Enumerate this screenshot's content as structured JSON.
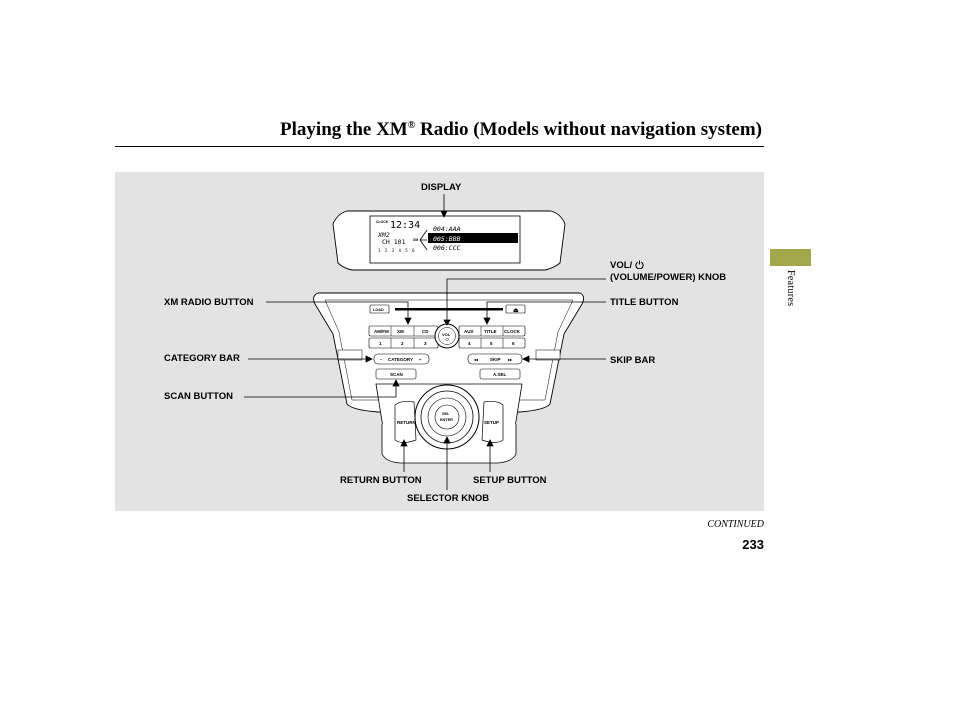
{
  "page": {
    "title_main": "Playing the XM",
    "title_reg": "®",
    "title_rest": " Radio (Models without navigation system)",
    "side_label": "Features",
    "continued": "CONTINUED",
    "page_number": "233"
  },
  "callouts": {
    "display": "DISPLAY",
    "vol_prefix": "VOL/",
    "vol_knob": "(VOLUME/POWER) KNOB",
    "xm_radio_button": "XM RADIO BUTTON",
    "title_button": "TITLE BUTTON",
    "category_bar": "CATEGORY BAR",
    "skip_bar": "SKIP BAR",
    "scan_button": "SCAN BUTTON",
    "return_button": "RETURN BUTTON",
    "setup_button": "SETUP BUTTON",
    "selector_knob": "SELECTOR KNOB"
  },
  "device": {
    "display": {
      "clock_tag": "CLOCK",
      "time": "12:34",
      "band": "XM2",
      "channel": "CH 101",
      "xm_tag": "XM",
      "line1": "004:AAA",
      "line2": "005:BBB",
      "line3": "006:CCC",
      "presets": "1 2 3 4 5 6"
    },
    "load_label": "LOAD",
    "eject_label": "⏏",
    "buttons_row": [
      "AM/FM",
      "XM",
      "CD",
      "AUX",
      "TITLE",
      "CLOCK"
    ],
    "presets_row": [
      "1",
      "2",
      "3",
      "4",
      "5",
      "6"
    ],
    "vol_label": "VOL",
    "category_label": "CATEGORY",
    "skip_label": "SKIP",
    "scan_label": "SCAN",
    "a_sel_label": "A.SEL",
    "return_label": "RETURN",
    "setup_label": "SETUP",
    "selector_label_top": "SEL",
    "selector_label_mid": "ENTER"
  }
}
